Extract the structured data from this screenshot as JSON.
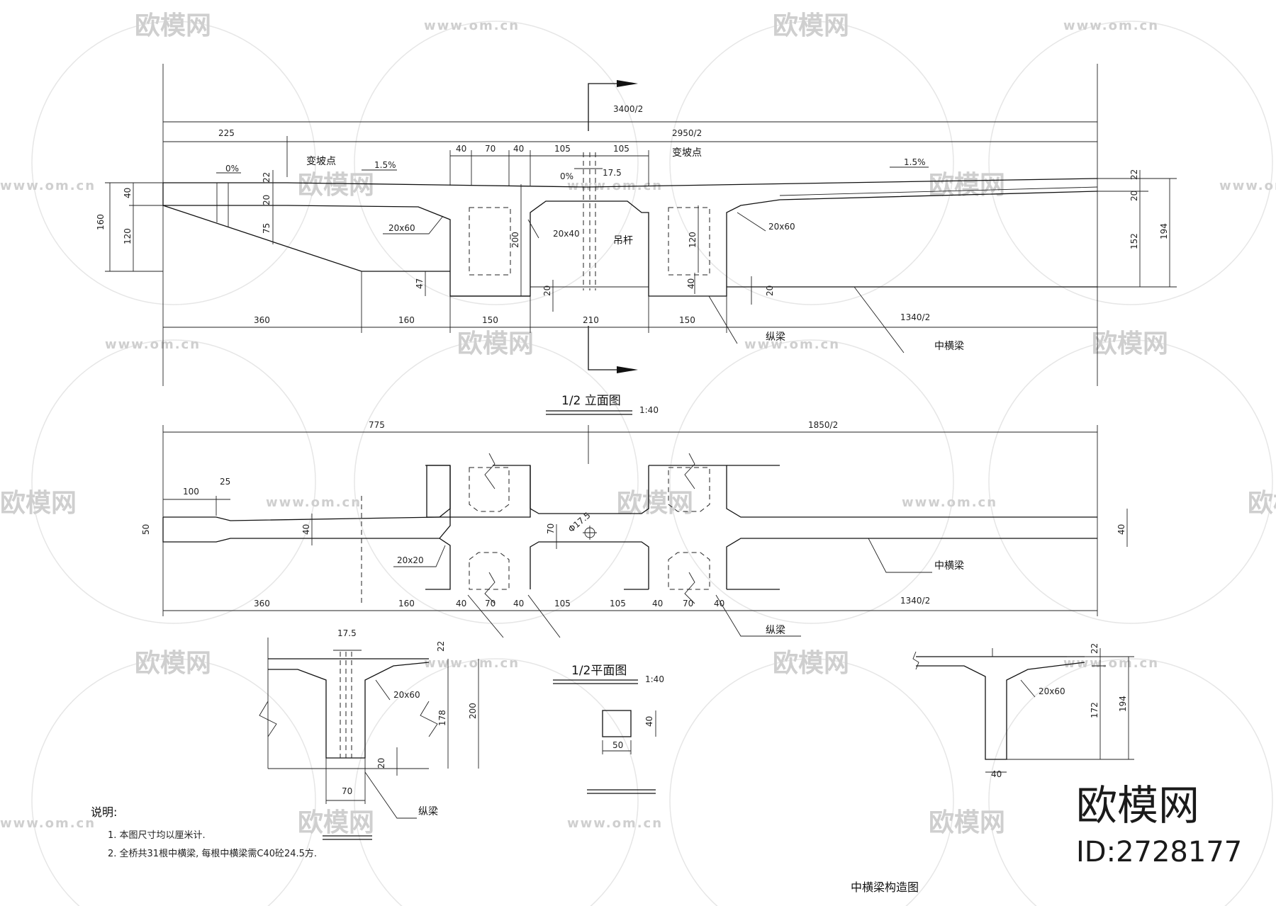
{
  "watermark": {
    "brand": "欧模网",
    "url": "www.om.cn"
  },
  "elevation": {
    "title": "1/2  立面图",
    "scale": "1:40",
    "dims_top": {
      "total": "3400/2",
      "left": "225",
      "right": "2950/2"
    },
    "dims_upper": [
      "40",
      "70",
      "40",
      "105",
      "105"
    ],
    "dims_bottom": [
      "360",
      "160",
      "150",
      "210",
      "150",
      "1340/2"
    ],
    "left_dims": [
      "160",
      "40",
      "120",
      "22",
      "20",
      "75",
      "47"
    ],
    "right_dims": [
      "22",
      "20",
      "152",
      "194"
    ],
    "inner_dims": [
      "200",
      "120",
      "20",
      "40",
      "20",
      "17.5"
    ],
    "labels": {
      "slope_point_left": "变坡点",
      "slope_point_right": "变坡点",
      "slope0_left": "0%",
      "slope0_mid": "0%",
      "slope_left": "1.5%",
      "slope_right": "1.5%",
      "haunch_left": "20x60",
      "haunch_mid": "20x40",
      "haunch_right": "20x60",
      "hanger": "吊杆",
      "stringer": "纵梁",
      "cross_beam": "中横梁"
    }
  },
  "plan": {
    "title": "1/2平面图",
    "scale": "1:40",
    "dims_top": {
      "left": "775",
      "right": "1850/2"
    },
    "dims_left": [
      "100",
      "25",
      "50",
      "40"
    ],
    "dims_mid": [
      "70",
      "Φ17.5"
    ],
    "dims_right": "40",
    "dims_bottom": [
      "360",
      "160",
      "40",
      "70",
      "40",
      "105",
      "105",
      "40",
      "70",
      "40",
      "1340/2"
    ],
    "labels": {
      "haunch": "20x20",
      "cross_beam": "中横梁",
      "stringer": "纵梁"
    }
  },
  "section_left": {
    "dims": [
      "17.5",
      "22",
      "178",
      "200",
      "20",
      "70"
    ],
    "labels": {
      "haunch": "20x60",
      "stringer": "纵梁"
    }
  },
  "section_small": {
    "dims": [
      "40",
      "50"
    ]
  },
  "section_right": {
    "dims": [
      "22",
      "172",
      "194",
      "40"
    ],
    "labels": {
      "haunch": "20x60"
    }
  },
  "notes": {
    "heading": "说明:",
    "items": [
      "1. 本图尺寸均以厘米计.",
      "2. 全桥共31根中横梁, 每根中横梁需C40砼24.5方."
    ]
  },
  "sheet_title": "中横梁构造图",
  "brand_overlay": {
    "name": "欧模网",
    "id": "ID:2728177"
  }
}
